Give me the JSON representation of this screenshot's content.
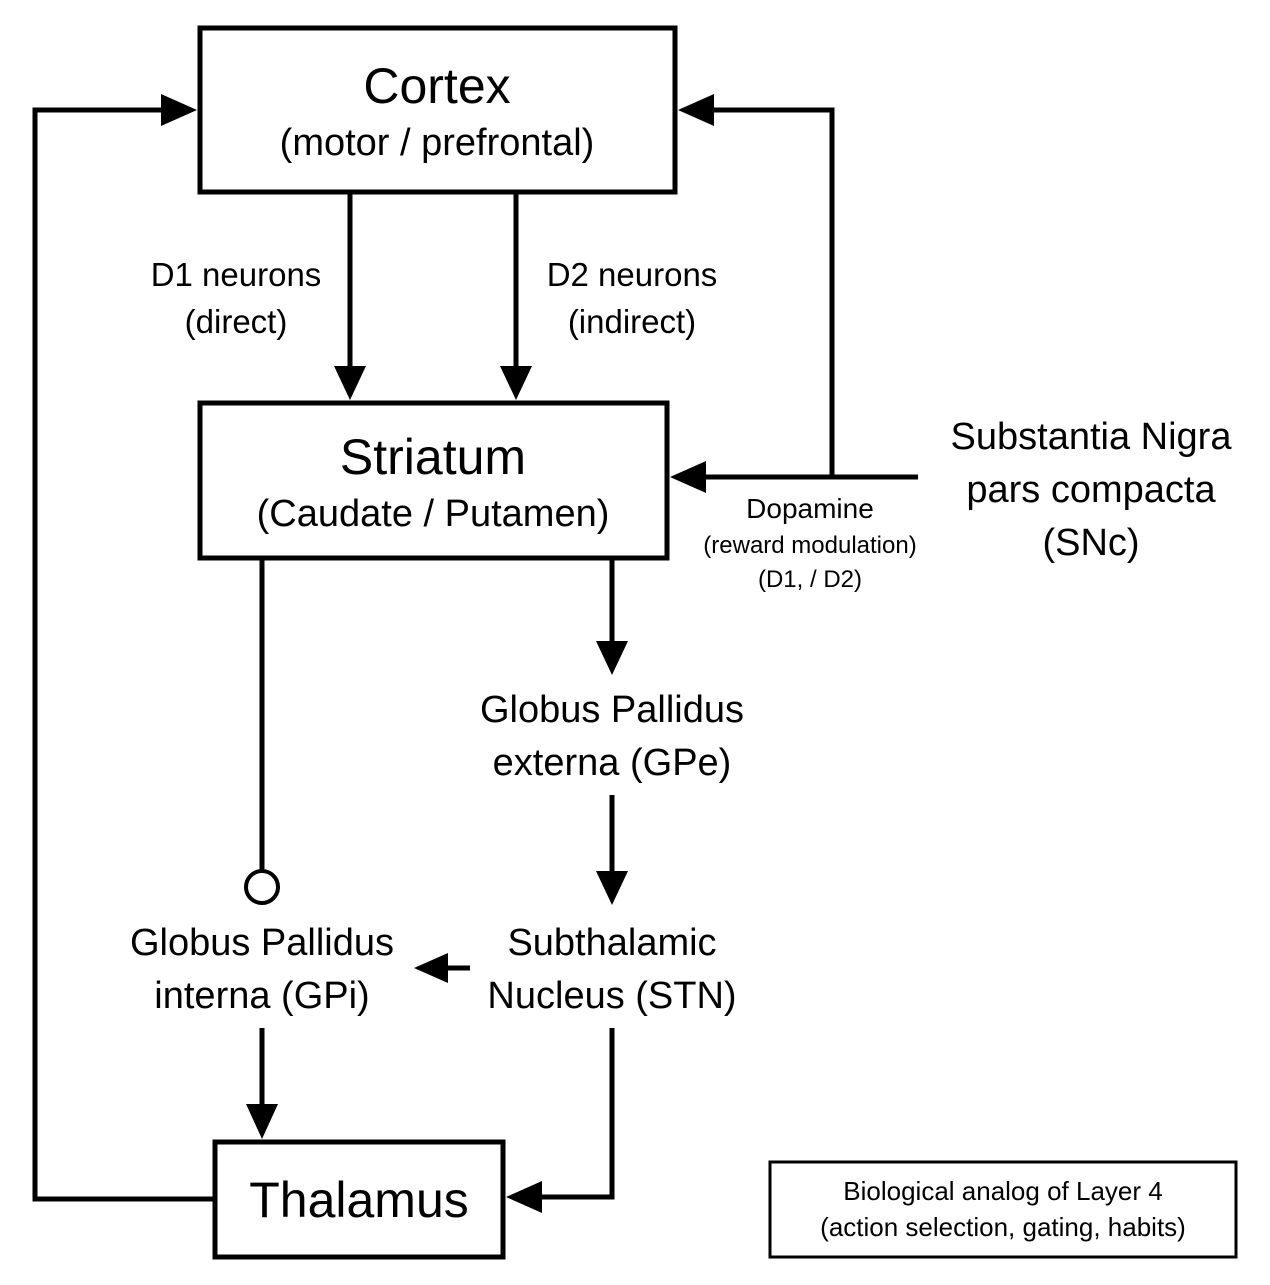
{
  "nodes": {
    "cortex": {
      "title": "Cortex",
      "subtitle": "(motor / prefrontal)"
    },
    "striatum": {
      "title": "Striatum",
      "subtitle": "(Caudate / Putamen)"
    },
    "thalamus": {
      "title": "Thalamus"
    },
    "gpe": {
      "line1": "Globus Pallidus",
      "line2": "externa (GPe)"
    },
    "gpi": {
      "line1": "Globus Pallidus",
      "line2": "interna (GPi)"
    },
    "stn": {
      "line1": "Subthalamic",
      "line2": "Nucleus (STN)"
    },
    "snc": {
      "line1": "Substantia Nigra",
      "line2": "pars compacta",
      "line3": "(SNc)"
    }
  },
  "pathways": {
    "d1": {
      "line1": "D1 neurons",
      "line2": "(direct)"
    },
    "d2": {
      "line1": "D2 neurons",
      "line2": "(indirect)"
    },
    "dopamine": {
      "line1": "Dopamine",
      "line2": "(reward modulation)",
      "line3": "(D1, / D2)"
    }
  },
  "caption": {
    "line1": "Biological analog of Layer 4",
    "line2": "(action selection, gating, habits)"
  }
}
